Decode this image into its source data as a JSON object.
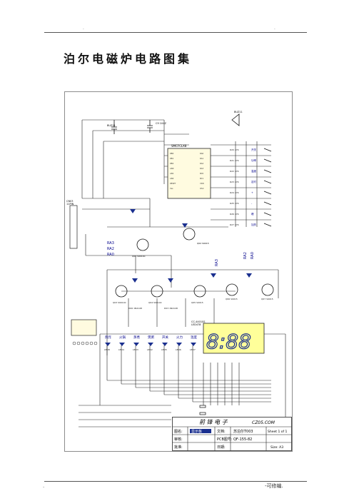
{
  "header": {
    "dot_left": ".",
    "dot_right": "."
  },
  "title": "泊尔电磁炉电路图集",
  "schematic": {
    "connector": {
      "ref": "CN03",
      "pins": "11PIN"
    },
    "mcu_label": "SMCFCLX8",
    "display": {
      "ref": "CC-4401SS",
      "part": "LED478",
      "digits": "8:88"
    },
    "key_labels": [
      "开关",
      "功率",
      "温度",
      "定时",
      "+",
      "-",
      "峰",
      "加热"
    ],
    "indicator_labels": [
      "煎炸",
      "火锅",
      "蒸煮",
      "煲粥",
      "开关",
      "火力",
      "温度"
    ],
    "led_refs": [
      "LED8",
      "LED4",
      "LED3",
      "LED2",
      "LED5",
      "LED6",
      "LED7",
      "LED1"
    ],
    "resistor_labels": [
      "R20 47K",
      "R21 47K",
      "R22 47K",
      "R23 47K",
      "R24 47K",
      "R25 47K",
      "R26 47K",
      "R27 47K"
    ],
    "transistor_labels": [
      "Q01 S9014C",
      "Q02 S9015",
      "Q03 S9014C",
      "Q04 S9014C",
      "Q05 S9015",
      "Q06 S9015",
      "Q07 S9015"
    ],
    "ra_labels": [
      "RA3",
      "RA2",
      "RA0",
      "RA3",
      "RA2",
      "RA0"
    ],
    "misc_labels": [
      "BUZ11",
      "C9 104Z",
      "CS 2K2",
      "D06 1N4148",
      "D03 1N4148",
      "LED1",
      "C3 103",
      "R7 1K"
    ]
  },
  "title_block": {
    "company": "前 锋 电 子",
    "website": "CZ05.COM",
    "row1": {
      "label": "图名:",
      "name": "显示板",
      "doc_label": "文档:",
      "doc": "苏泊尔T003",
      "sheet": "Sheet 1 of 1"
    },
    "row2": {
      "label": "审核:",
      "pcb_label": "PCB图号:",
      "pcb": "QF-155-82"
    },
    "row3": {
      "label": "批准:",
      "date_label": "日期:",
      "size": "Size: A3"
    }
  },
  "footer": {
    "dot": ".",
    "right": "-可修编."
  }
}
